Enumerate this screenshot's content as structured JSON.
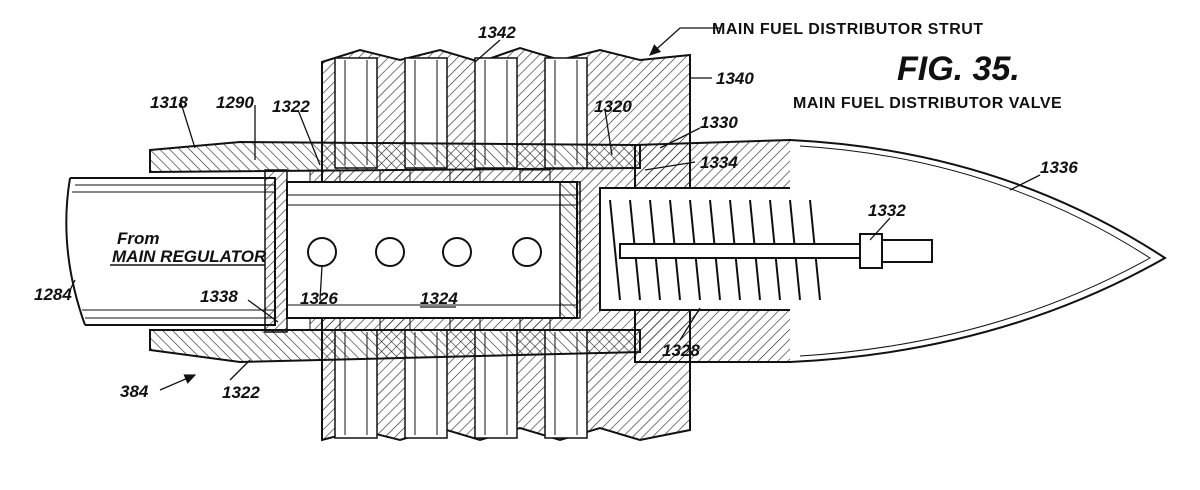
{
  "figure": {
    "number": "FIG. 35.",
    "title": "MAIN FUEL DISTRIBUTOR VALVE",
    "strut_label": "MAIN FUEL DISTRIBUTOR STRUT",
    "flow_from": "From",
    "flow_source": "MAIN REGULATOR"
  },
  "ref_numerals": {
    "r1342": "1342",
    "r1340": "1340",
    "r1318": "1318",
    "r1290": "1290",
    "r1322_top": "1322",
    "r1320": "1320",
    "r1330": "1330",
    "r1334": "1334",
    "r1336": "1336",
    "r1332": "1332",
    "r1284": "1284",
    "r1338": "1338",
    "r1326": "1326",
    "r1324": "1324",
    "r1328": "1328",
    "r384": "384",
    "r1322_bottom": "1322"
  }
}
